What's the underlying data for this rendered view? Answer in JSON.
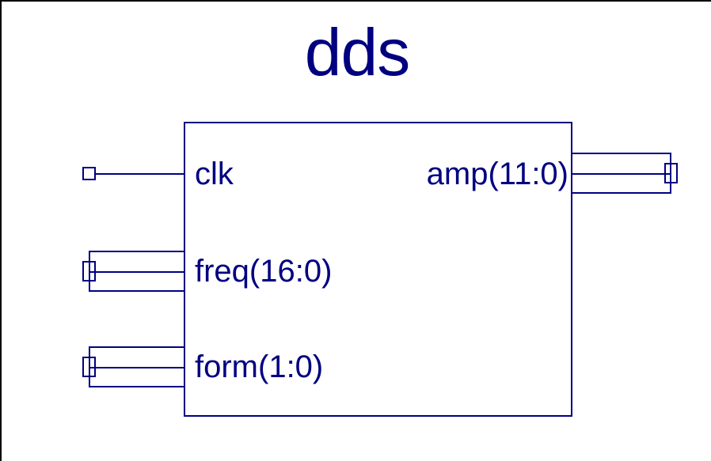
{
  "diagram": {
    "title": "dds",
    "type": "rtl-block-symbol",
    "colors": {
      "symbol": "#000080",
      "label": "#000080",
      "background": "#ffffff",
      "frame": "#000000"
    },
    "block": {
      "name": "dds"
    },
    "ports": [
      {
        "id": "clk",
        "label": "clk",
        "direction": "input",
        "side": "left",
        "kind": "scalar",
        "width": 1,
        "msb": null,
        "lsb": null
      },
      {
        "id": "freq",
        "label": "freq(16:0)",
        "direction": "input",
        "side": "left",
        "kind": "bus",
        "width": 17,
        "msb": 16,
        "lsb": 0
      },
      {
        "id": "form",
        "label": "form(1:0)",
        "direction": "input",
        "side": "left",
        "kind": "bus",
        "width": 2,
        "msb": 1,
        "lsb": 0
      },
      {
        "id": "amp",
        "label": "amp(11:0)",
        "direction": "output",
        "side": "right",
        "kind": "bus",
        "width": 12,
        "msb": 11,
        "lsb": 0
      }
    ]
  }
}
